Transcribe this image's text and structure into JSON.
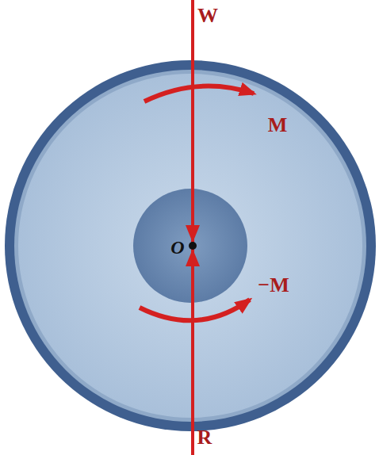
{
  "diagram": {
    "labels": [
      "W",
      "M",
      "O",
      "−M",
      "R"
    ]
  }
}
